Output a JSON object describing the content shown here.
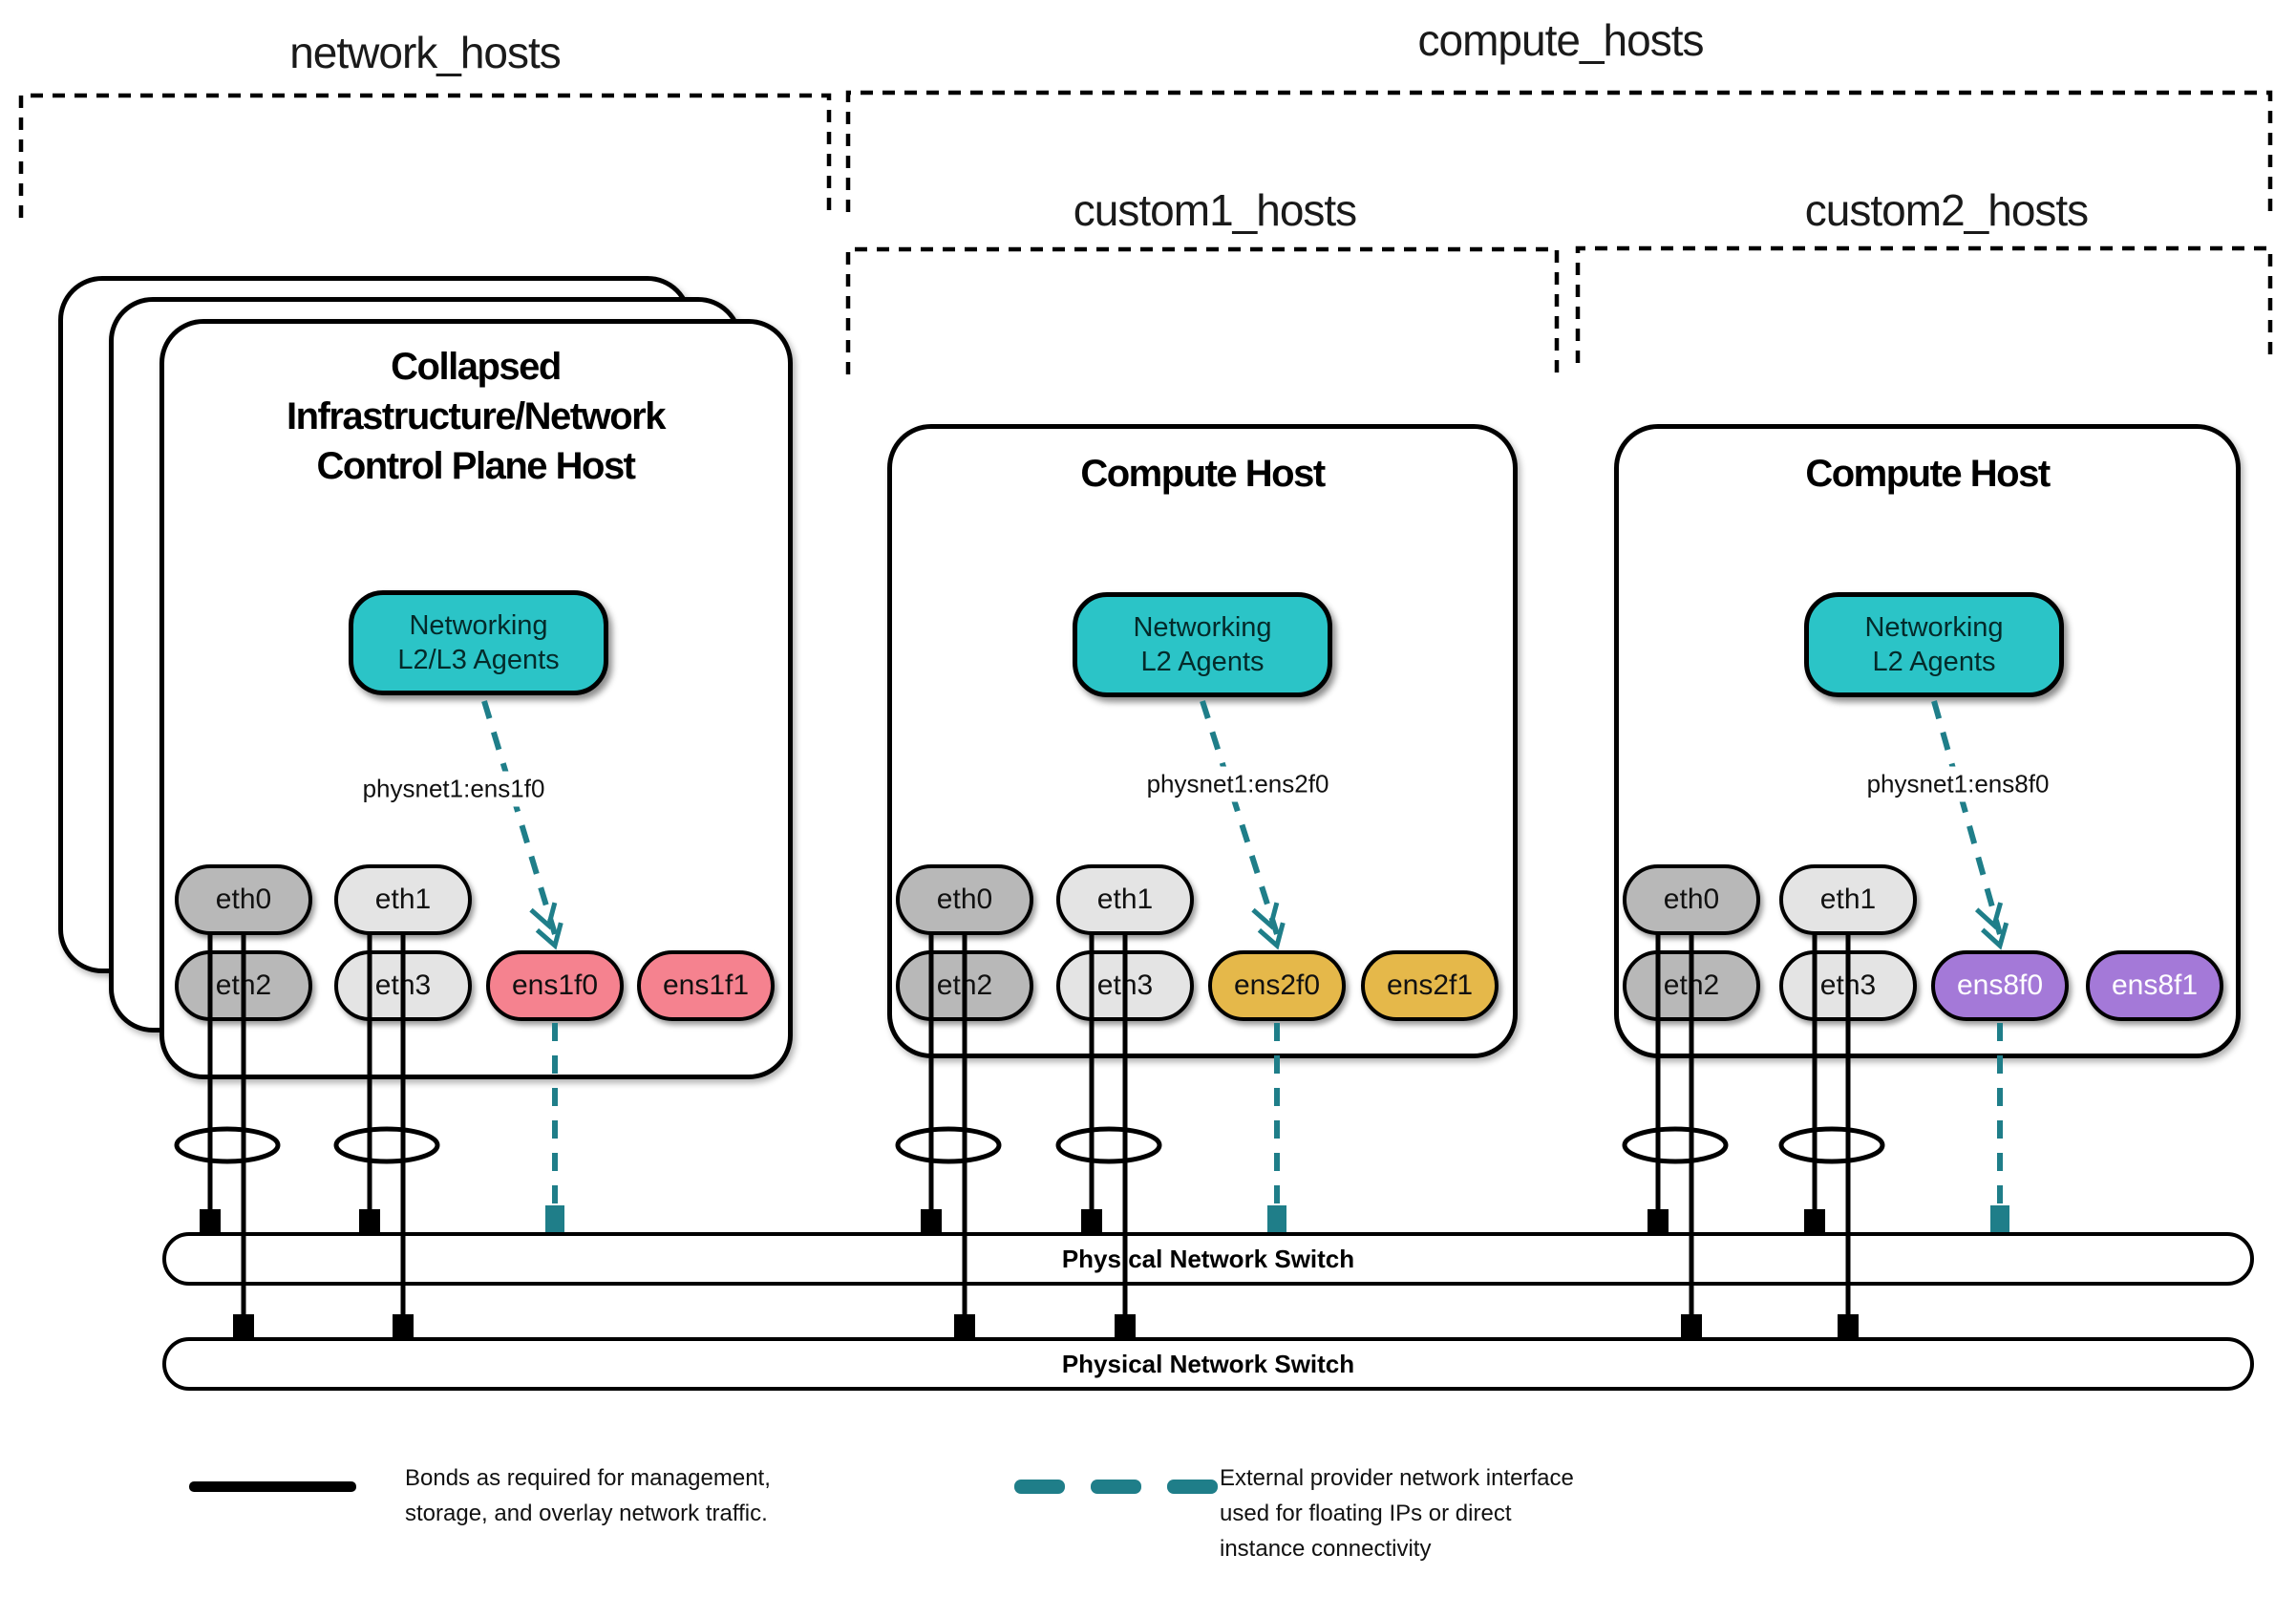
{
  "header_groups": {
    "network_hosts": "network_hosts",
    "compute_hosts": "compute_hosts",
    "custom1_hosts": "custom1_hosts",
    "custom2_hosts": "custom2_hosts"
  },
  "hosts": [
    {
      "title_lines": [
        "Collapsed",
        "Infrastructure/Network",
        "Control Plane Host"
      ],
      "agent_lines": [
        "Networking",
        "L2/L3 Agents"
      ],
      "physnet_label": "physnet1:ens1f0",
      "nics": [
        "eth0",
        "eth1",
        "eth2",
        "eth3",
        "ens1f0",
        "ens1f1"
      ]
    },
    {
      "title_lines": [
        "Compute Host"
      ],
      "agent_lines": [
        "Networking",
        "L2 Agents"
      ],
      "physnet_label": "physnet1:ens2f0",
      "nics": [
        "eth0",
        "eth1",
        "eth2",
        "eth3",
        "ens2f0",
        "ens2f1"
      ]
    },
    {
      "title_lines": [
        "Compute Host"
      ],
      "agent_lines": [
        "Networking",
        "L2 Agents"
      ],
      "physnet_label": "physnet1:ens8f0",
      "nics": [
        "eth0",
        "eth1",
        "eth2",
        "eth3",
        "ens8f0",
        "ens8f1"
      ]
    }
  ],
  "switches": [
    {
      "label": "Physical Network Switch"
    },
    {
      "label": "Physical Network Switch"
    }
  ],
  "legend": {
    "bond_lines": [
      "Bonds as required for management,",
      "storage, and overlay network traffic."
    ],
    "external_lines": [
      "External provider network interface",
      "used for floating IPs or direct",
      "instance connectivity"
    ]
  },
  "colors": {
    "agent_fill": "#2bc4c7",
    "external_line": "#1f7e89",
    "nic_pink": "#f5828f",
    "nic_gold": "#e5b84a",
    "nic_purple": "#a479d8",
    "nic_gray_dark": "#b8b8b8",
    "nic_gray_light": "#e4e4e4"
  }
}
